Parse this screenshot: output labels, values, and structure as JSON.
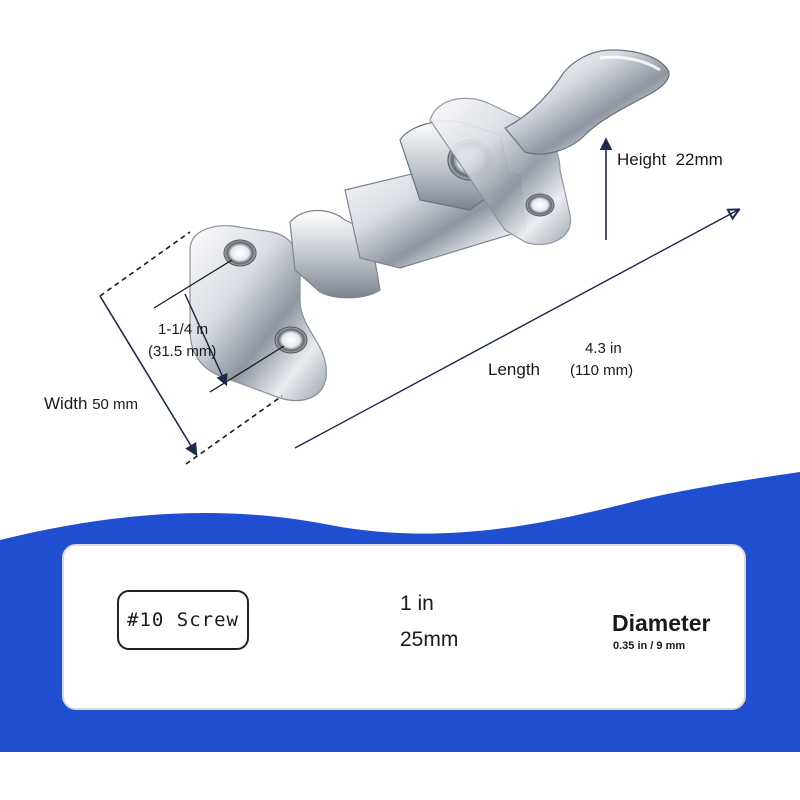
{
  "product": {
    "dimensions": {
      "height": {
        "label": "Height",
        "value": "22mm"
      },
      "length": {
        "label": "Length",
        "value_in": "4.3 in",
        "value_mm": "(110 mm)"
      },
      "width": {
        "label": "Width",
        "value": "50 mm"
      },
      "hole_spacing": {
        "value_in": "1-1/4 in",
        "value_mm": "(31.5 mm)"
      }
    }
  },
  "screw_panel": {
    "screw_label": "#10 Screw",
    "screw_length_in": "1 in",
    "screw_length_mm": "25mm",
    "diameter_label": "Diameter",
    "diameter_value": "0.35 in / 9 mm"
  },
  "colors": {
    "band_blue": "#1f4fd0",
    "arrow_navy": "#1e2a4a",
    "steel_light": "#f2f4f7",
    "steel_dark": "#6b7280"
  }
}
